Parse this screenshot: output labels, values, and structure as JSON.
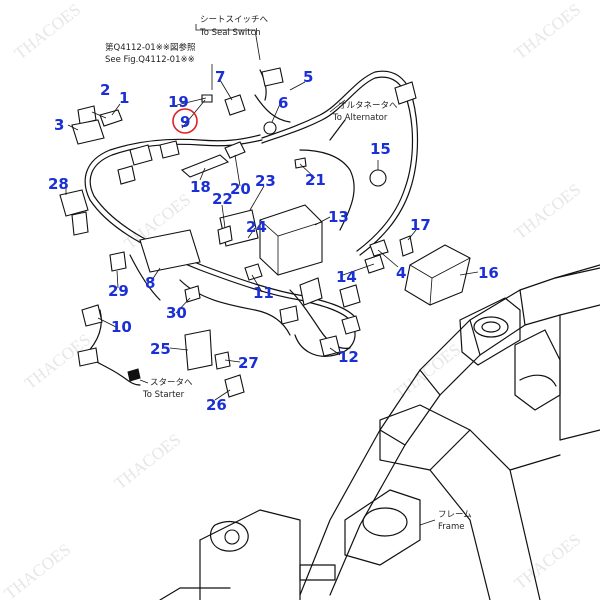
{
  "notes": {
    "seat_switch_jp": "シートスイッチへ",
    "seat_switch_en": "To Seal Switch",
    "ref_jp": "第Q4112-01※※図参照",
    "ref_en": "See Fig.Q4112-01※※",
    "alternator_jp": "オルタネータへ",
    "alternator_en": "To Alternator",
    "starter_jp": "スタータへ",
    "starter_en": "To Starter",
    "frame_jp": "フレーム",
    "frame_en": "Frame"
  },
  "watermark": "THACOES",
  "colors": {
    "callout": "#1a2fd6",
    "highlight": "#e02020",
    "line": "#111111"
  },
  "callouts": [
    {
      "id": "c1",
      "label": "1"
    },
    {
      "id": "c2",
      "label": "2"
    },
    {
      "id": "c3",
      "label": "3"
    },
    {
      "id": "c4",
      "label": "4"
    },
    {
      "id": "c5",
      "label": "5"
    },
    {
      "id": "c6",
      "label": "6"
    },
    {
      "id": "c7",
      "label": "7"
    },
    {
      "id": "c8",
      "label": "8"
    },
    {
      "id": "c9",
      "label": "9",
      "highlighted": true
    },
    {
      "id": "c10",
      "label": "10"
    },
    {
      "id": "c11",
      "label": "11"
    },
    {
      "id": "c12",
      "label": "12"
    },
    {
      "id": "c13",
      "label": "13"
    },
    {
      "id": "c14",
      "label": "14"
    },
    {
      "id": "c15",
      "label": "15"
    },
    {
      "id": "c16",
      "label": "16"
    },
    {
      "id": "c17",
      "label": "17"
    },
    {
      "id": "c18",
      "label": "18"
    },
    {
      "id": "c19",
      "label": "19"
    },
    {
      "id": "c20",
      "label": "20"
    },
    {
      "id": "c21",
      "label": "21"
    },
    {
      "id": "c22",
      "label": "22"
    },
    {
      "id": "c23",
      "label": "23"
    },
    {
      "id": "c24",
      "label": "24"
    },
    {
      "id": "c25",
      "label": "25"
    },
    {
      "id": "c26",
      "label": "26"
    },
    {
      "id": "c27",
      "label": "27"
    },
    {
      "id": "c28",
      "label": "28"
    },
    {
      "id": "c29",
      "label": "29"
    },
    {
      "id": "c30",
      "label": "30"
    }
  ]
}
